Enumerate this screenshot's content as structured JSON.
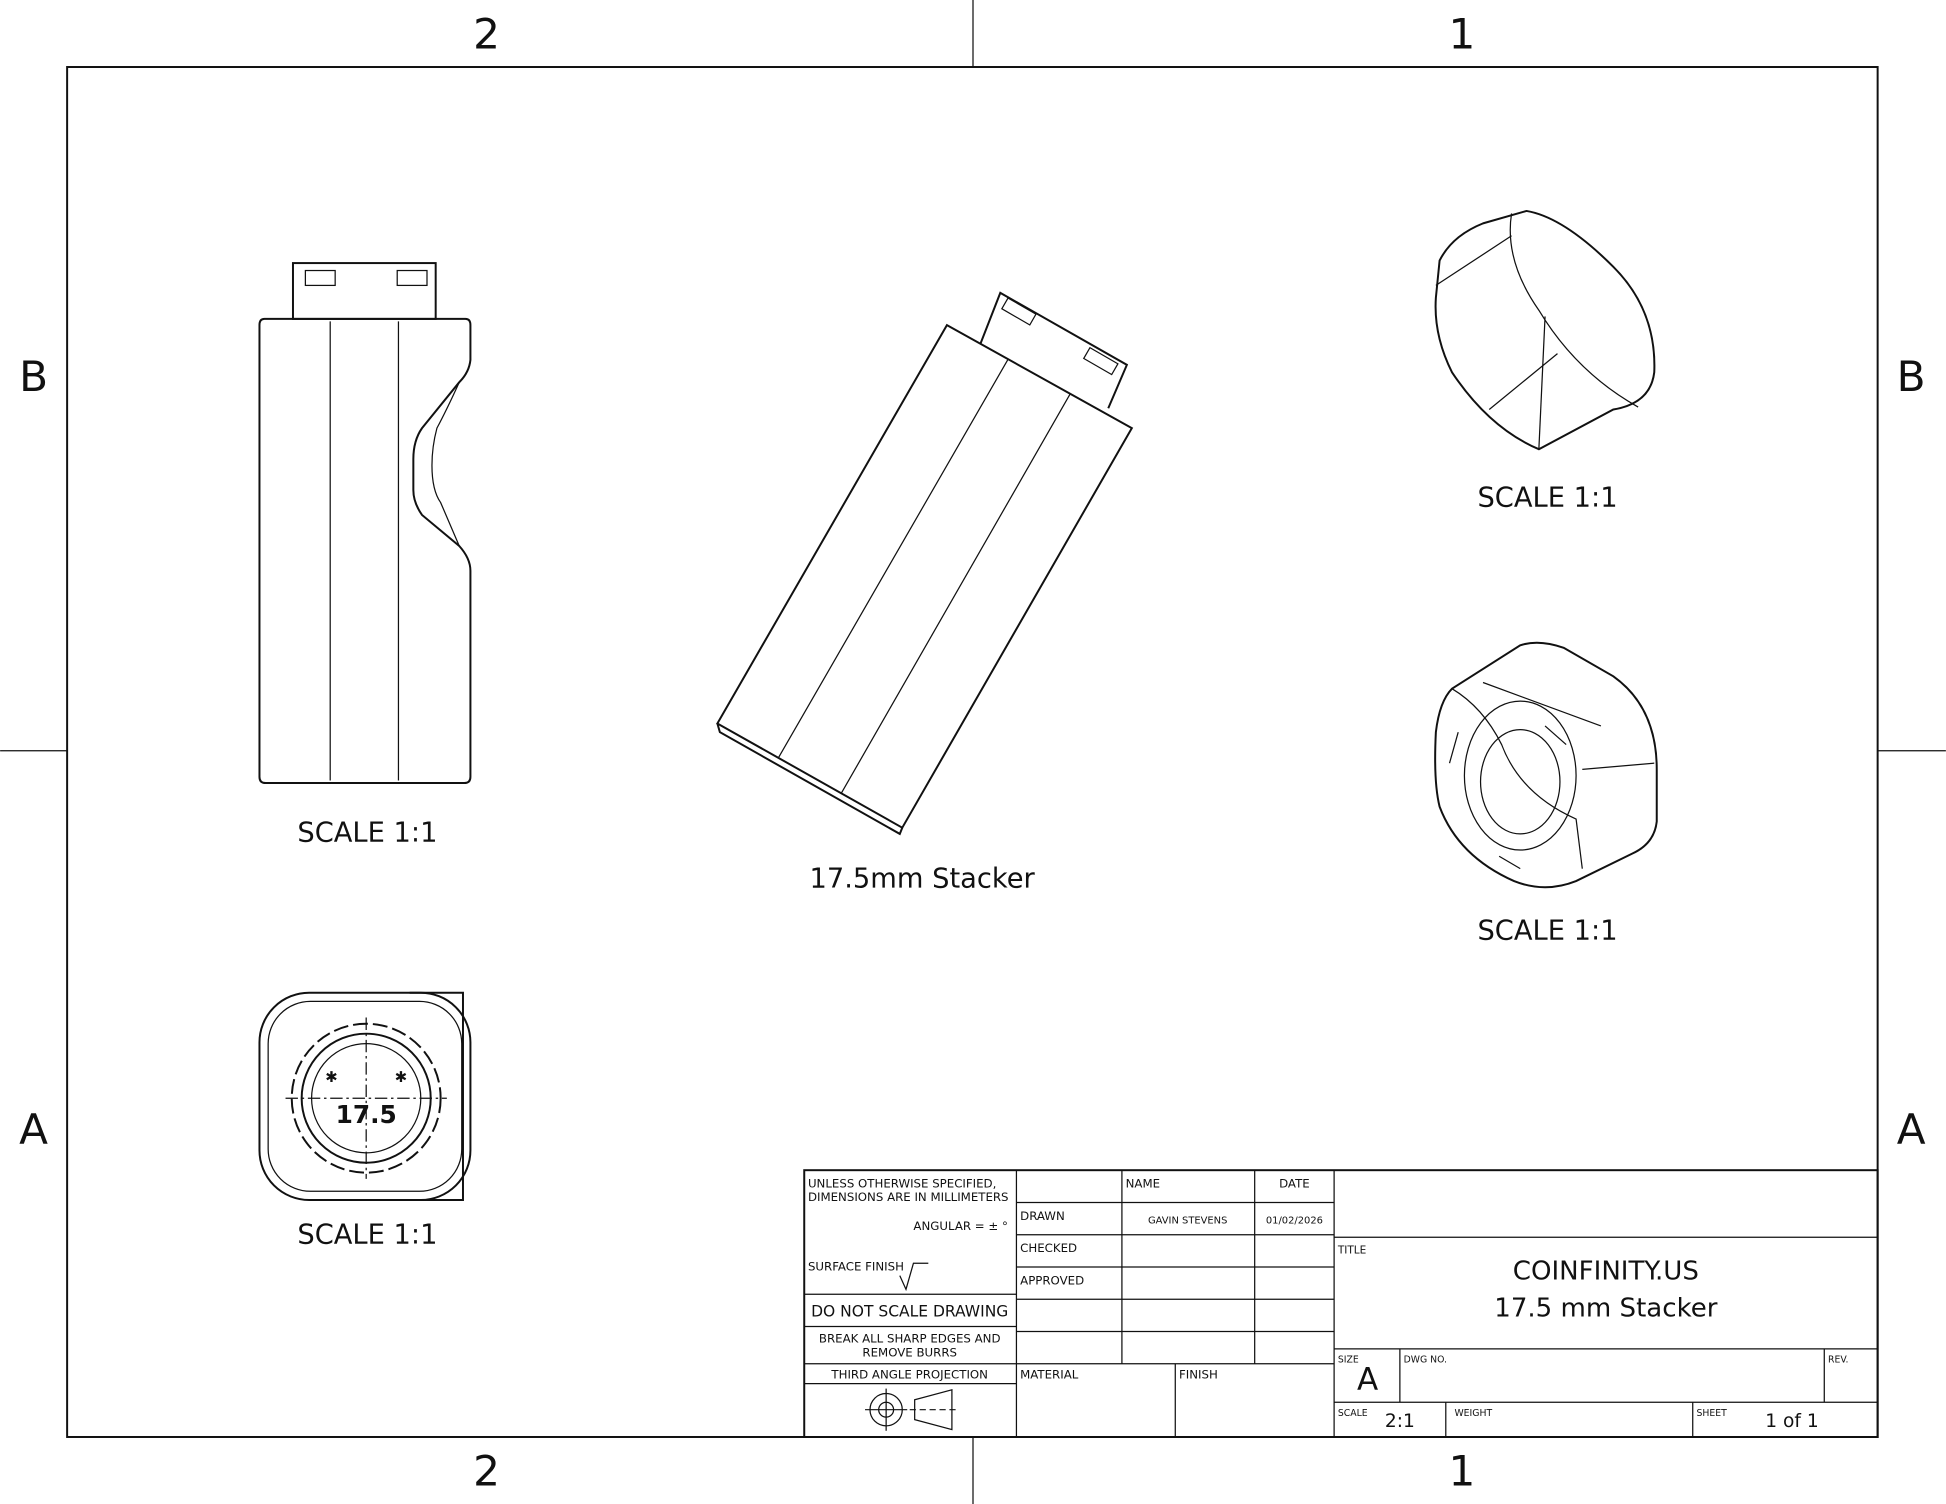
{
  "zones": {
    "top": [
      "2",
      "1"
    ],
    "bottom": [
      "2",
      "1"
    ],
    "left": [
      "B",
      "A"
    ],
    "right": [
      "B",
      "A"
    ]
  },
  "views": {
    "front_label": "SCALE 1:1",
    "iso_label": "17.5mm Stacker",
    "cap_top_label": "SCALE 1:1",
    "cap_bottom_label": "SCALE 1:1",
    "bottom_label": "SCALE 1:1",
    "bottom_marking": "17.5"
  },
  "title_block": {
    "notes": {
      "line1": "UNLESS OTHERWISE SPECIFIED,",
      "line2": "DIMENSIONS ARE IN MILLIMETERS",
      "angular": "ANGULAR = ± °",
      "surface_finish": "SURFACE FINISH",
      "do_not_scale": "DO NOT SCALE DRAWING",
      "break_edges_1": "BREAK ALL SHARP EDGES AND",
      "break_edges_2": "REMOVE BURRS",
      "projection": "THIRD ANGLE PROJECTION"
    },
    "approval": {
      "name_header": "NAME",
      "date_header": "DATE",
      "drawn_label": "DRAWN",
      "drawn_name": "GAVIN STEVENS",
      "drawn_date": "01/02/2026",
      "checked_label": "CHECKED",
      "approved_label": "APPROVED"
    },
    "material_label": "MATERIAL",
    "finish_label": "FINISH",
    "title_label": "TITLE",
    "title_line1": "COINFINITY.US",
    "title_line2": "17.5 mm Stacker",
    "size_label": "SIZE",
    "size_value": "A",
    "dwg_no_label": "DWG NO.",
    "rev_label": "REV.",
    "scale_label": "SCALE",
    "scale_value": "2:1",
    "weight_label": "WEIGHT",
    "sheet_label": "SHEET",
    "sheet_value": "1 of 1"
  }
}
